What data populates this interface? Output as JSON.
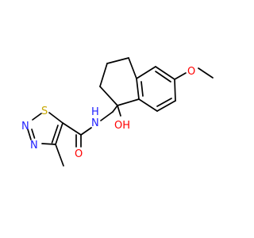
{
  "molecule": {
    "atoms": {
      "S": {
        "text": "S",
        "color": "#C8A800"
      },
      "N1": {
        "text": "N",
        "color": "#2020FF"
      },
      "N2": {
        "text": "N",
        "color": "#2020FF"
      },
      "NH": {
        "text": "N",
        "color": "#2020FF"
      },
      "H": {
        "text": "H",
        "color": "#2020FF"
      },
      "O1": {
        "text": "O",
        "color": "#FF0000"
      },
      "OH": {
        "text": "OH",
        "color": "#FF0000"
      },
      "O2": {
        "text": "O",
        "color": "#FF0000"
      }
    }
  }
}
